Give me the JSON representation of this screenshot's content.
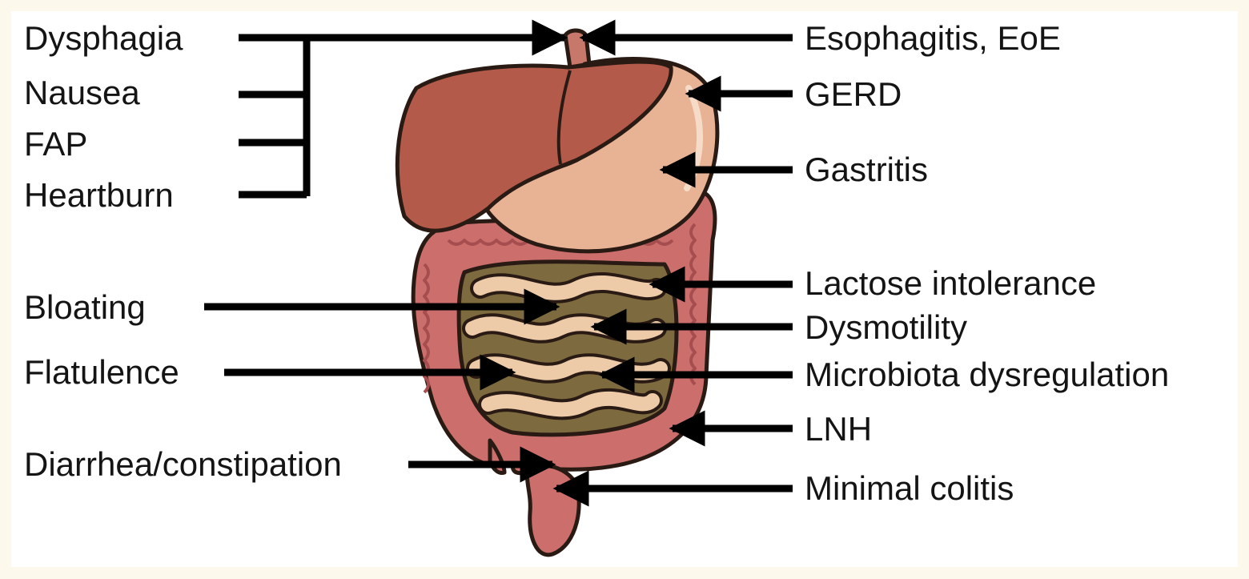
{
  "left_labels": {
    "dysphagia": "Dysphagia",
    "nausea": "Nausea",
    "fap": "FAP",
    "heartburn": "Heartburn",
    "bloating": "Bloating",
    "flatulence": "Flatulence",
    "diarrhea_constipation": "Diarrhea/constipation"
  },
  "right_labels": {
    "esophagitis": "Esophagitis, EoE",
    "gerd": "GERD",
    "gastritis": "Gastritis",
    "lactose_intolerance": "Lactose intolerance",
    "dysmotility": "Dysmotility",
    "microbiota": "Microbiota dysregulation",
    "lnh": "LNH",
    "minimal_colitis": "Minimal colitis"
  },
  "colors": {
    "background": "#fdf8ec",
    "panel": "#ffffff",
    "arrow": "#000000",
    "liver": "#b45a4a",
    "stomach": "#e7b394",
    "small_intestine": "#eecba8",
    "colon": "#cc6e6c",
    "mesentery": "#7d6a3e",
    "outline": "#2a1a14"
  }
}
